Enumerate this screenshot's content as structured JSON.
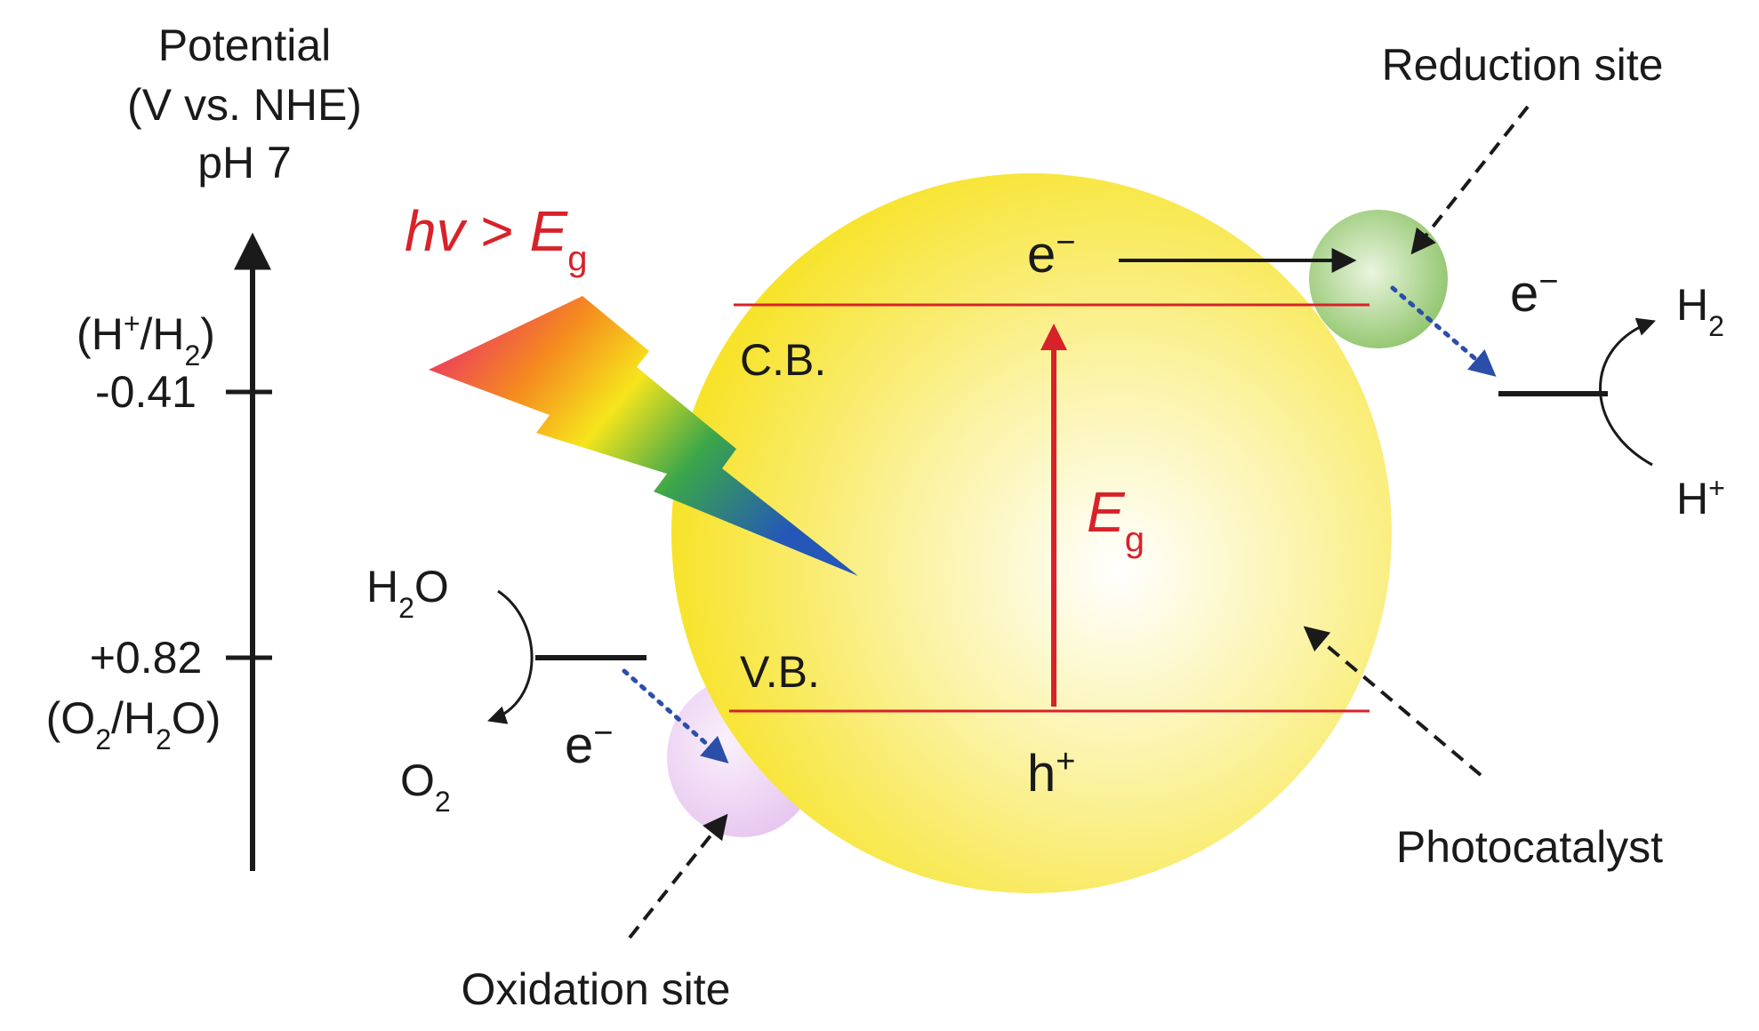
{
  "colors": {
    "particle": "#f7e32a",
    "band_line": "#d8222a",
    "eg_arrow": "#d8222a",
    "reduction_site": "#8fc46a",
    "oxidation_site": "#e7c6ef",
    "transfer_arrow": "#2b4ea8",
    "text": "#1a1a1a"
  },
  "axis": {
    "title_line1": "Potential",
    "title_line2": "(V vs. NHE)",
    "title_line3": "pH 7",
    "tick1_couple_open": "(H",
    "tick1_couple_sup": "+",
    "tick1_couple_mid": "/H",
    "tick1_couple_sub": "2",
    "tick1_couple_close": ")",
    "tick1_value": "-0.41",
    "tick2_value": "+0.82",
    "tick2_couple_open": "(O",
    "tick2_couple_sub1": "2",
    "tick2_couple_mid": "/H",
    "tick2_couple_sub2": "2",
    "tick2_couple_close": "O)"
  },
  "photon": {
    "h": "hv",
    "gt": " > ",
    "E": "E",
    "sub": "g"
  },
  "bands": {
    "cb": "C.B.",
    "vb": "V.B."
  },
  "gap": {
    "E": "E",
    "sub": "g"
  },
  "carriers": {
    "electron_top": "e",
    "electron_top_sup": "−",
    "hole": "h",
    "hole_sup": "+",
    "electron_right": "e",
    "electron_right_sup": "−",
    "electron_left": "e",
    "electron_left_sup": "−"
  },
  "reduction": {
    "label": "Reduction site",
    "product": "H",
    "product_sub": "2",
    "reactant": "H",
    "reactant_sup": "+"
  },
  "oxidation": {
    "label": "Oxidation site",
    "reactant": "H",
    "reactant_sub": "2",
    "reactant_tail": "O",
    "product": "O",
    "product_sub": "2"
  },
  "photocatalyst_label": "Photocatalyst"
}
